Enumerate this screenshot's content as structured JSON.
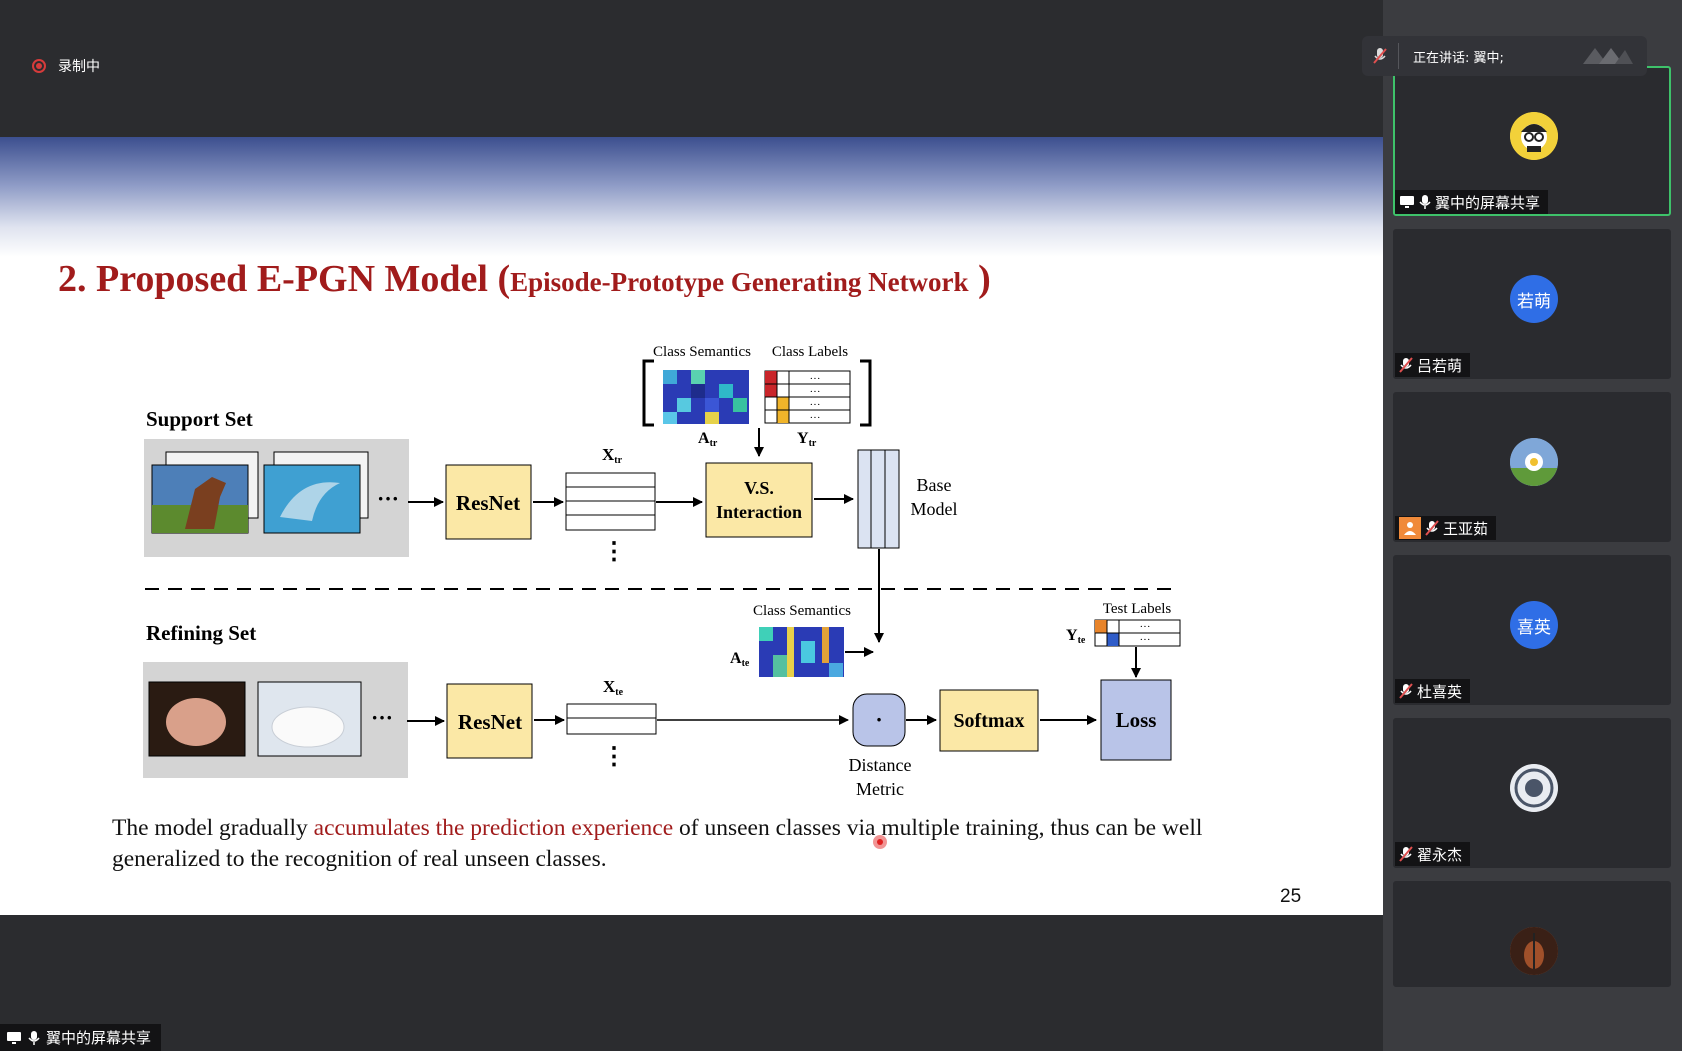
{
  "recording": {
    "label": "录制中"
  },
  "speaker": {
    "label": "正在讲话: 翼中;"
  },
  "slide": {
    "title_main": "2. Proposed E-PGN Model (",
    "title_sub": "Episode-Prototype Generating Network",
    "title_close": " )",
    "page_number": "25",
    "caption_pre": "The model gradually ",
    "caption_hl": "accumulates the prediction experience",
    "caption_post": " of unseen classes via multiple training, thus can be well generalized to the recognition of real unseen classes."
  },
  "diagram": {
    "support_set": "Support Set",
    "refining_set": "Refining Set",
    "resnet": "ResNet",
    "vs_line1": "V.S.",
    "vs_line2": "Interaction",
    "base_model_line1": "Base",
    "base_model_line2": "Model",
    "class_semantics": "Class Semantics",
    "class_labels": "Class Labels",
    "test_labels": "Test Labels",
    "softmax": "Softmax",
    "loss": "Loss",
    "distance_line1": "Distance",
    "distance_line2": "Metric",
    "dot": "·",
    "ellipsis": "···",
    "vdots": "⋮",
    "cell_dots": "···",
    "sym_X": "X",
    "sym_A": "A",
    "sym_Y": "Y",
    "sub_tr": "tr",
    "sub_te": "te"
  },
  "bottom_share": {
    "label": "翼中的屏幕共享"
  },
  "participants": [
    {
      "name": "翼中的屏幕共享",
      "avatar_text": "",
      "avatar_color": "#f2d13a",
      "muted": false,
      "sharing": true,
      "active": true
    },
    {
      "name": "吕若萌",
      "avatar_text": "若萌",
      "avatar_color": "#2f6ee6",
      "muted": true,
      "sharing": false,
      "active": false
    },
    {
      "name": "王亚茹",
      "avatar_text": "",
      "avatar_color": "#7fa7d8",
      "muted": true,
      "sharing": false,
      "active": false,
      "badge": true
    },
    {
      "name": "杜喜英",
      "avatar_text": "喜英",
      "avatar_color": "#2f6ee6",
      "muted": true,
      "sharing": false,
      "active": false
    },
    {
      "name": "翟永杰",
      "avatar_text": "",
      "avatar_color": "#c9ced8",
      "muted": true,
      "sharing": false,
      "active": false
    },
    {
      "name": "",
      "avatar_text": "",
      "avatar_color": "#8a4a2e",
      "muted": false,
      "sharing": false,
      "active": false
    }
  ]
}
